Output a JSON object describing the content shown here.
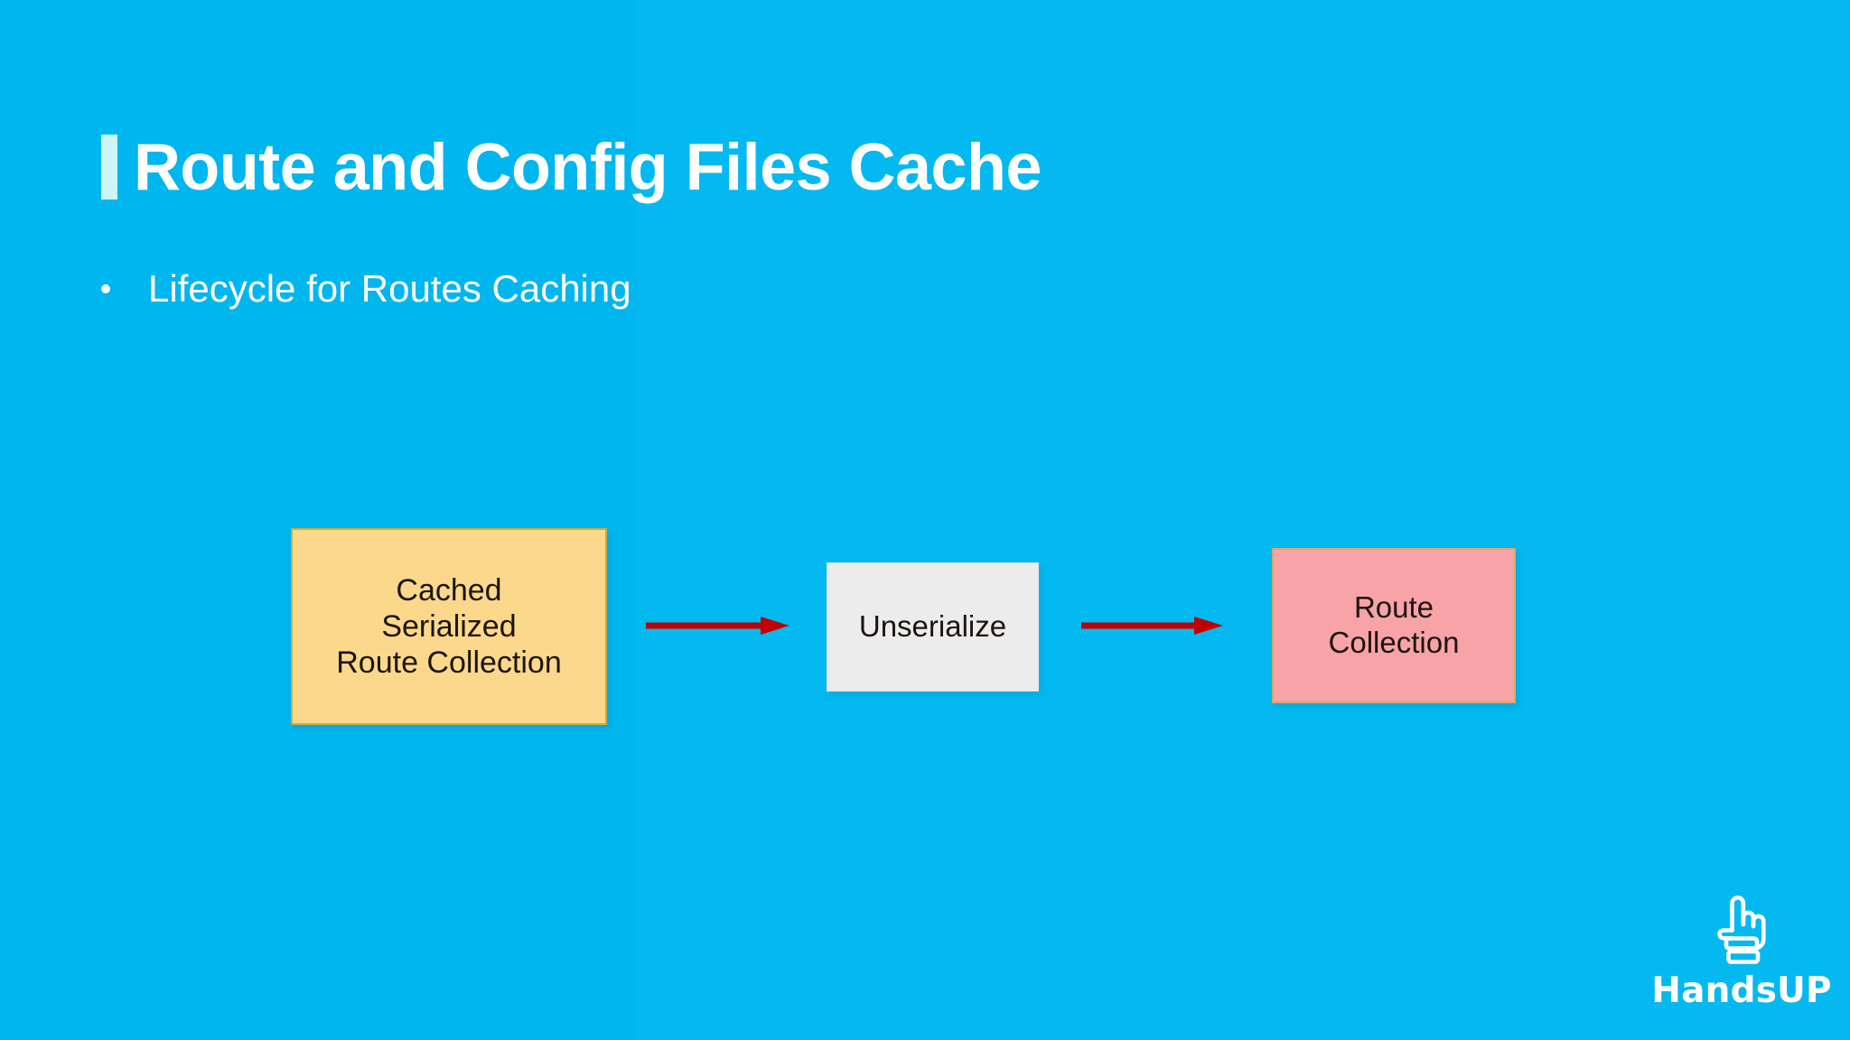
{
  "slide": {
    "background_color": "#02b7ee",
    "title": "Route and Config Files Cache",
    "title_accent_color": "#ccf4fb",
    "title_color": "#ffffff"
  },
  "body": {
    "bullets": [
      {
        "marker": "bullet-dot",
        "text": "Lifecycle for Routes Caching"
      }
    ]
  },
  "diagram": {
    "type": "flow",
    "direction": "left-to-right",
    "arrow_color": "#c00000",
    "nodes": [
      {
        "id": "cached-serialized-route-collection",
        "label": "Cached\nSerialized\nRoute Collection",
        "lines": [
          "Cached",
          "Serialized",
          "Route Collection"
        ],
        "fill": "#fbd88b",
        "border": "#d2ab3c",
        "text_color": "#1c1511"
      },
      {
        "id": "unserialize",
        "label": "Unserialize",
        "lines": [
          "Unserialize"
        ],
        "fill": "#ebeceb",
        "border": "#e2e3e2",
        "text_color": "#1c1511"
      },
      {
        "id": "route-collection",
        "label": "Route\nCollection",
        "lines": [
          "Route",
          "Collection"
        ],
        "fill": "#f8a3a8",
        "border": "#d7a96a",
        "text_color": "#1c1511"
      }
    ],
    "edges": [
      {
        "id": "arrow-1",
        "from": "cached-serialized-route-collection",
        "to": "unserialize",
        "label": ""
      },
      {
        "id": "arrow-2",
        "from": "unserialize",
        "to": "route-collection",
        "label": ""
      }
    ]
  },
  "logo": {
    "mark": "hand-pointing-up-icon",
    "wordmark": "HandsUP",
    "color": "#ffffff"
  }
}
